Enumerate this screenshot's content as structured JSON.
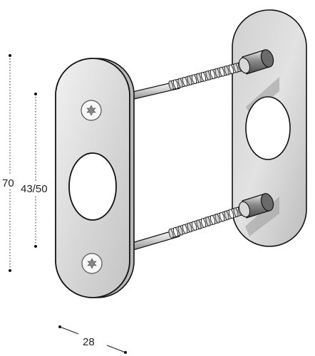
{
  "dimensions": {
    "overall_height": "70",
    "hole_spacing": "43/50",
    "width": "28"
  },
  "colors": {
    "plate_fill": "#dcdcdc",
    "plate_edge": "#bdbdbd",
    "outline": "#111111",
    "hole": "#ffffff",
    "dimension_line": "#222222"
  }
}
